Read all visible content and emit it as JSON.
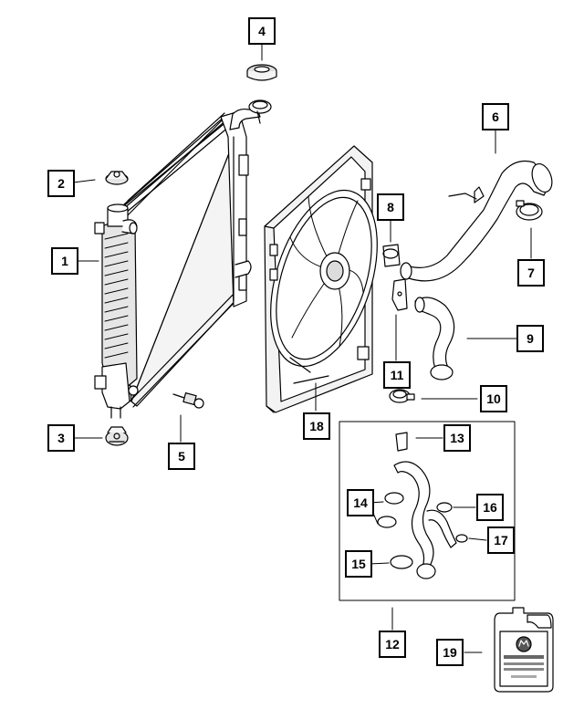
{
  "callouts": [
    {
      "id": "4",
      "label": "4"
    },
    {
      "id": "6",
      "label": "6"
    },
    {
      "id": "2",
      "label": "2"
    },
    {
      "id": "8",
      "label": "8"
    },
    {
      "id": "1",
      "label": "1"
    },
    {
      "id": "7",
      "label": "7"
    },
    {
      "id": "9",
      "label": "9"
    },
    {
      "id": "11",
      "label": "11"
    },
    {
      "id": "10",
      "label": "10"
    },
    {
      "id": "3",
      "label": "3"
    },
    {
      "id": "18",
      "label": "18"
    },
    {
      "id": "5",
      "label": "5"
    },
    {
      "id": "13",
      "label": "13"
    },
    {
      "id": "14",
      "label": "14"
    },
    {
      "id": "16",
      "label": "16"
    },
    {
      "id": "17",
      "label": "17"
    },
    {
      "id": "15",
      "label": "15"
    },
    {
      "id": "12",
      "label": "12"
    },
    {
      "id": "19",
      "label": "19"
    }
  ],
  "colors": {
    "line": "#000000",
    "background": "#ffffff",
    "fill_light": "#f2f2f2",
    "fill_mid": "#d8d8d8"
  }
}
